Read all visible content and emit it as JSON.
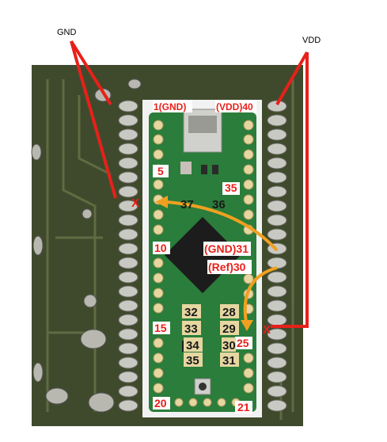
{
  "image": {
    "title": "Teensy-style board over PCB with GND/VDD wiring annotations",
    "callouts": {
      "gnd": "GND",
      "vdd": "VDD"
    },
    "x_mark": "X",
    "top_labels": {
      "gnd_pin": "1(GND)",
      "vdd_pin": "(VDD)40"
    },
    "mid_labels": {
      "gnd31": "(GND)31",
      "ref30": "(Ref)30"
    },
    "left_numbers": [
      "5",
      "10",
      "15",
      "20"
    ],
    "right_numbers": [
      "35",
      "25",
      "21"
    ],
    "inner_left": [
      "32",
      "33",
      "34",
      "35"
    ],
    "inner_right": [
      "28",
      "29",
      "30",
      "31"
    ],
    "pads_top": [
      "37",
      "36"
    ],
    "colors": {
      "annotation": "#e8201a",
      "arrow": "#f0a020",
      "pcb": "#3d4a2c",
      "board": "#2a7d3a",
      "frame": "#f2f2f2"
    }
  }
}
